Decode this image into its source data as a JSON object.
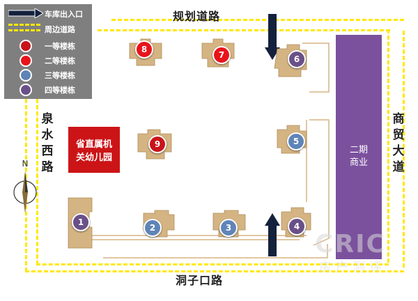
{
  "legend": {
    "items": [
      {
        "label": "车库出入口",
        "symbol": "arrow"
      },
      {
        "label": "周边道路",
        "symbol": "dashed-road"
      },
      {
        "label": "一等楼栋",
        "color": "#c8141a"
      },
      {
        "label": "二等楼栋",
        "color": "#e8141a"
      },
      {
        "label": "三等楼栋",
        "color": "#5f84b8"
      },
      {
        "label": "四等楼栋",
        "color": "#6a5088"
      }
    ]
  },
  "roads": {
    "north": "规划道路",
    "south": "洞子口路",
    "west": "泉水西路",
    "east": "商贸大道"
  },
  "compass": {
    "label": "N"
  },
  "kindergarten": {
    "line1": "省直属机",
    "line2": "关幼儿园"
  },
  "commercial": {
    "line1": "二期",
    "line2": "商业"
  },
  "buildings": [
    {
      "number": "1",
      "tier": "四等楼栋",
      "color": "#6a5088"
    },
    {
      "number": "2",
      "tier": "三等楼栋",
      "color": "#5f84b8"
    },
    {
      "number": "3",
      "tier": "三等楼栋",
      "color": "#5f84b8"
    },
    {
      "number": "4",
      "tier": "四等楼栋",
      "color": "#6a5088"
    },
    {
      "number": "5",
      "tier": "三等楼栋",
      "color": "#5f84b8"
    },
    {
      "number": "6",
      "tier": "四等楼栋",
      "color": "#6a5088"
    },
    {
      "number": "7",
      "tier": "二等楼栋",
      "color": "#e8141a"
    },
    {
      "number": "8",
      "tier": "二等楼栋",
      "color": "#e8141a"
    },
    {
      "number": "9",
      "tier": "一等楼栋",
      "color": "#c8141a"
    }
  ],
  "watermark": {
    "line1": "CRIC",
    "line2": "房产测评"
  },
  "colors": {
    "road": "#ffe800",
    "building": "#d5b483",
    "commercial": "#7b519e",
    "kindergarten": "#cc1417",
    "arrow": "#14213d",
    "legend_bg": "#7f7f7f"
  }
}
